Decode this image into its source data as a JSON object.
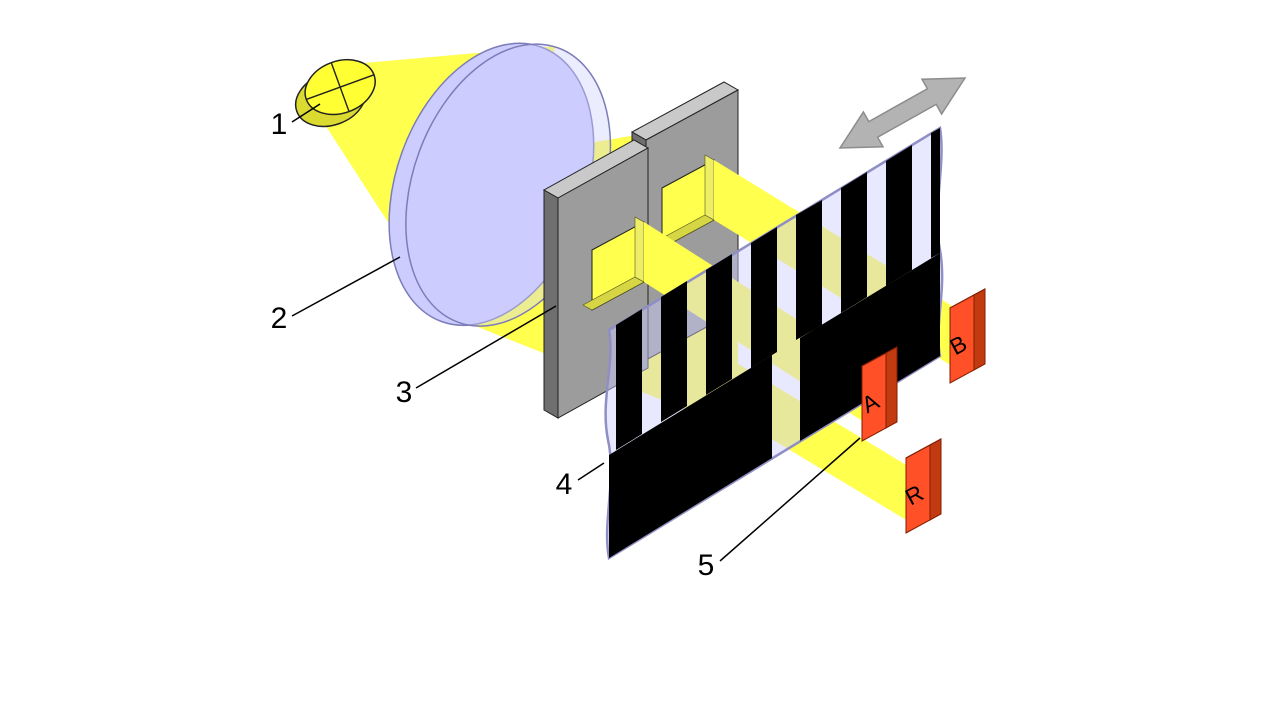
{
  "colors": {
    "bg": "#FFFFFF",
    "beam": "#FFFF4D",
    "bulb": "#FFFF33",
    "bulb_back": "#DADA30",
    "lens_rim": "#CCCCFF",
    "lens_stroke": "#7C7CB8",
    "sheet": "#CCCCFF",
    "sheet_edge": "#8F8FC5",
    "stripe": "#000000",
    "mask_front": "#9C9C9C",
    "mask_top": "#C9C9C9",
    "mask_side": "#6F6F6F",
    "mask_outline": "#222222",
    "det_front": "#FF5028",
    "det_top": "#FF8A5C",
    "det_side": "#C23A10",
    "det_outline": "#801E00",
    "arrow": "#B3B3B3",
    "arrow_outline": "#8C8C8C",
    "line": "#000000"
  },
  "callouts": [
    {
      "text": "1"
    },
    {
      "text": "2"
    },
    {
      "text": "3"
    },
    {
      "text": "4"
    },
    {
      "text": "5"
    }
  ],
  "detectors": [
    {
      "label": "A"
    },
    {
      "label": "B"
    },
    {
      "label": "R"
    }
  ]
}
